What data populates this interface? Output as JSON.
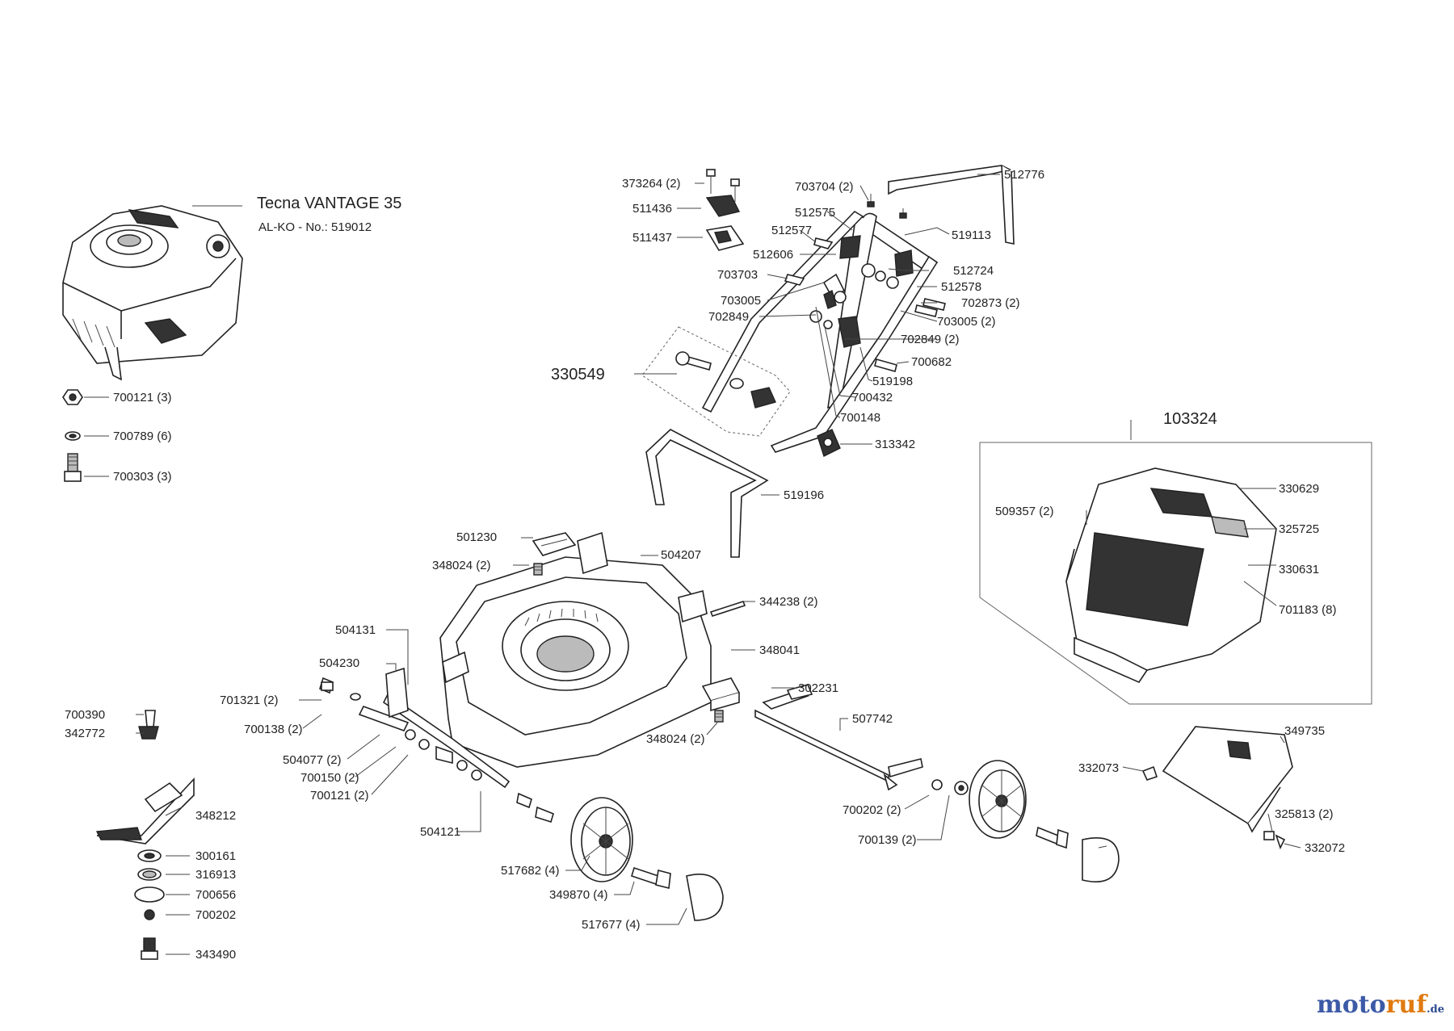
{
  "engine": {
    "model": "Tecna VANTAGE 35",
    "partno": "AL-KO - No.: 519012"
  },
  "watermark": {
    "part1": "moto",
    "part2": "ruf",
    "tld": ".de"
  },
  "colors": {
    "line": "#222222",
    "brand_blue": "#3c5aa6",
    "brand_orange": "#e07a10"
  },
  "labels": {
    "p330549": "330549",
    "p103324": "103324",
    "p700121_3": "700121 (3)",
    "p700789": "700789 (6)",
    "p700303": "700303 (3)",
    "p373264": "373264 (2)",
    "p511436": "511436",
    "p511437": "511437",
    "p703704": "703704 (2)",
    "p512776": "512776",
    "p512575": "512575",
    "p519113": "519113",
    "p512577": "512577",
    "p512606": "512606",
    "p512724": "512724",
    "p703703": "703703",
    "p512578": "512578",
    "p702873": "702873 (2)",
    "p703005": "703005",
    "p703005_2": "703005 (2)",
    "p702849": "702849",
    "p702849_2": "702849 (2)",
    "p700682": "700682",
    "p519198": "519198",
    "p700432": "700432",
    "p700148": "700148",
    "p313342": "313342",
    "p519196": "519196",
    "p330629": "330629",
    "p509357": "509357 (2)",
    "p325725": "325725",
    "p330631": "330631",
    "p701183": "701183 (8)",
    "p501230": "501230",
    "p504207": "504207",
    "p348024a": "348024 (2)",
    "p344238": "344238 (2)",
    "p504131": "504131",
    "p348041": "348041",
    "p504230": "504230",
    "p701321": "701321 (2)",
    "p302231": "302231",
    "p700390": "700390",
    "p700138": "700138 (2)",
    "p507742": "507742",
    "p342772": "342772",
    "p348024b": "348024 (2)",
    "p349735": "349735",
    "p504077": "504077 (2)",
    "p700150": "700150 (2)",
    "p332073": "332073",
    "p700121_2": "700121 (2)",
    "p700202_2": "700202 (2)",
    "p325813": "325813 (2)",
    "p348212": "348212",
    "p504121": "504121",
    "p332072": "332072",
    "p700139": "700139 (2)",
    "p300161": "300161",
    "p517682": "517682 (4)",
    "p316913": "316913",
    "p349870": "349870 (4)",
    "p700656": "700656",
    "p700202": "700202",
    "p517677": "517677 (4)",
    "p343490": "343490"
  }
}
